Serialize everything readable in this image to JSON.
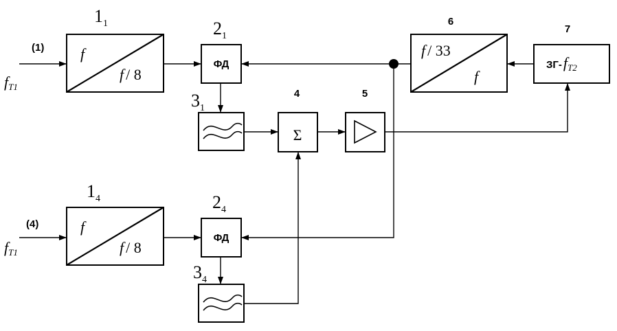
{
  "diagram": {
    "block_1_1": {
      "ref_main": "1",
      "ref_sub": "1",
      "input_label": "(1)",
      "input_freq": "f",
      "input_freq_sub": "T1",
      "in_f": "f",
      "out_f": "f",
      "out_ratio": "/ 8"
    },
    "block_1_4": {
      "ref_main": "1",
      "ref_sub": "4",
      "input_label": "(4)",
      "input_freq": "f",
      "input_freq_sub": "T1",
      "in_f": "f",
      "out_f": "f",
      "out_ratio": "/ 8"
    },
    "block_2_1": {
      "ref_main": "2",
      "ref_sub": "1",
      "text": "ФД"
    },
    "block_2_4": {
      "ref_main": "2",
      "ref_sub": "4",
      "text": "ФД"
    },
    "block_3_1": {
      "ref_main": "3",
      "ref_sub": "1"
    },
    "block_3_4": {
      "ref_main": "3",
      "ref_sub": "4"
    },
    "block_4": {
      "ref": "4",
      "symbol": "Σ"
    },
    "block_5": {
      "ref": "5"
    },
    "block_6": {
      "ref": "6",
      "in_f": "f",
      "in_ratio": "/ 33",
      "out_f": "f"
    },
    "block_7": {
      "ref": "7",
      "prefix": "ЗГ-",
      "freq": "f",
      "freq_sub": "T2"
    }
  }
}
